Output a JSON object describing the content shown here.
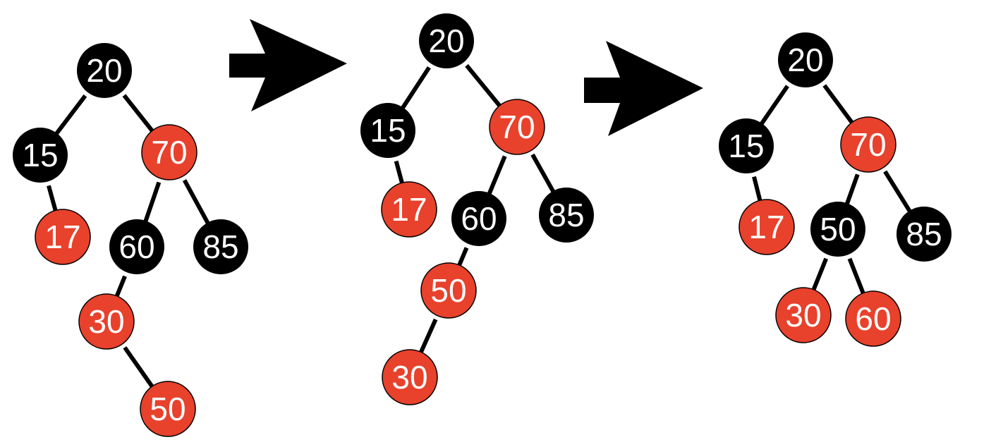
{
  "colors": {
    "red": "#e8412c",
    "black": "#000000",
    "label": "#ffffff",
    "edge": "#000000"
  },
  "trees": [
    {
      "nodes": [
        {
          "id": "n20",
          "label": "20",
          "color": "black"
        },
        {
          "id": "n15",
          "label": "15",
          "color": "black"
        },
        {
          "id": "n70",
          "label": "70",
          "color": "red"
        },
        {
          "id": "n17",
          "label": "17",
          "color": "red"
        },
        {
          "id": "n60",
          "label": "60",
          "color": "black"
        },
        {
          "id": "n85",
          "label": "85",
          "color": "black"
        },
        {
          "id": "n30",
          "label": "30",
          "color": "red"
        },
        {
          "id": "n50",
          "label": "50",
          "color": "red"
        }
      ],
      "edges": [
        [
          "n20",
          "n15"
        ],
        [
          "n20",
          "n70"
        ],
        [
          "n15",
          "n17"
        ],
        [
          "n70",
          "n60"
        ],
        [
          "n70",
          "n85"
        ],
        [
          "n60",
          "n30"
        ],
        [
          "n30",
          "n50"
        ]
      ]
    },
    {
      "nodes": [
        {
          "id": "n20",
          "label": "20",
          "color": "black"
        },
        {
          "id": "n15",
          "label": "15",
          "color": "black"
        },
        {
          "id": "n70",
          "label": "70",
          "color": "red"
        },
        {
          "id": "n17",
          "label": "17",
          "color": "red"
        },
        {
          "id": "n60",
          "label": "60",
          "color": "black"
        },
        {
          "id": "n85",
          "label": "85",
          "color": "black"
        },
        {
          "id": "n50",
          "label": "50",
          "color": "red"
        },
        {
          "id": "n30",
          "label": "30",
          "color": "red"
        }
      ],
      "edges": [
        [
          "n20",
          "n15"
        ],
        [
          "n20",
          "n70"
        ],
        [
          "n15",
          "n17"
        ],
        [
          "n70",
          "n60"
        ],
        [
          "n70",
          "n85"
        ],
        [
          "n60",
          "n50"
        ],
        [
          "n50",
          "n30"
        ]
      ]
    },
    {
      "nodes": [
        {
          "id": "n20",
          "label": "20",
          "color": "black"
        },
        {
          "id": "n15",
          "label": "15",
          "color": "black"
        },
        {
          "id": "n70",
          "label": "70",
          "color": "red"
        },
        {
          "id": "n17",
          "label": "17",
          "color": "red"
        },
        {
          "id": "n50",
          "label": "50",
          "color": "black"
        },
        {
          "id": "n85",
          "label": "85",
          "color": "black"
        },
        {
          "id": "n30",
          "label": "30",
          "color": "red"
        },
        {
          "id": "n60",
          "label": "60",
          "color": "red"
        }
      ],
      "edges": [
        [
          "n20",
          "n15"
        ],
        [
          "n20",
          "n70"
        ],
        [
          "n15",
          "n17"
        ],
        [
          "n70",
          "n50"
        ],
        [
          "n70",
          "n85"
        ],
        [
          "n50",
          "n30"
        ],
        [
          "n50",
          "n60"
        ]
      ]
    }
  ],
  "arrows": [
    {
      "icon": "right-arrow-icon"
    },
    {
      "icon": "right-arrow-icon"
    }
  ]
}
